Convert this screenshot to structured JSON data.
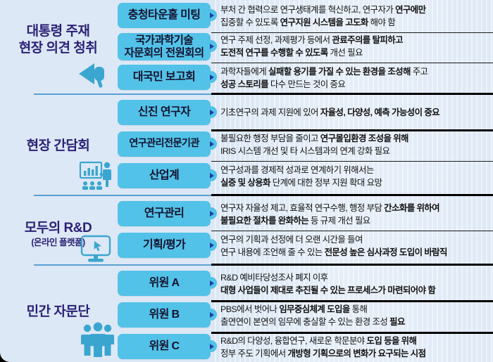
{
  "meta": {
    "accent_blue": "#53c2e8",
    "label_navy": "#2b2176",
    "background": "#dce8f5",
    "arrow_navy": "#1b3fa0"
  },
  "sections": [
    {
      "id": "presidential",
      "group_title": "대통령 주재\n현장 의견 청취",
      "group_subtitle": "",
      "icon": "megaphone-icon",
      "items": [
        {
          "label": "충청타운홀 미팅",
          "lines": [
            "부처 간 협력으로 연구생태계를 혁신하고, 연구자가 <b>연구에만</b>",
            "집중할 수 있도록 <b>연구지원 시스템을 고도화</b> 해야 함"
          ]
        },
        {
          "label": "국가과학기술\n자문회의 전원회의",
          "lines": [
            "연구 주제 선정, 과제평가 등에서 <b>관료주의를 탈피하고</b>",
            "<b>도전적 연구를 수행할 수 있도록</b> 개선 필요"
          ]
        },
        {
          "label": "대국민 보고회",
          "lines": [
            "과학자들에게 <b>실패할 용기를 가질 수 있는 환경을 조성해</b> 주고",
            "<b>성공 스토리를</b> 다수 만드는 것이 중요"
          ]
        }
      ]
    },
    {
      "id": "field-meeting",
      "group_title": "현장 간담회",
      "group_subtitle": "",
      "icon": "presentation-icon",
      "items": [
        {
          "label": "신진 연구자",
          "lines": [
            "기초연구의 과제 지원에 있어 <b>자율성, 다양성, 예측 가능성이 중요</b>"
          ]
        },
        {
          "label": "연구관리전문기관",
          "lines": [
            "불필요한 행정 부담을 줄이고 <b>연구몰입환경 조성을 위해</b>",
            "IRIS 시스템 개선 및 타 시스템과의 연계 강화 필요"
          ]
        },
        {
          "label": "산업계",
          "lines": [
            "연구성과를 경제적 성과로 연계하기 위해서는",
            "<b>실증 및 상용화</b> 단계에 대한 정부 지원 확대 요망"
          ]
        }
      ]
    },
    {
      "id": "modu-rnd",
      "group_title": "모두의 R&D",
      "group_subtitle": "(온라인 플랫폼)",
      "icon": "monitor-cursor-icon",
      "items": [
        {
          "label": "연구관리",
          "lines": [
            "연구자 자율성 제고, 효율적 연구수행, 행정 부담 <b>간소화를 위하여</b>",
            "<b>불필요한 절차를 완화하는</b> 등 규제 개선 필요"
          ]
        },
        {
          "label": "기획/평가",
          "lines": [
            "연구의 기획과 선정에 더 오랜 시간을 들여",
            "연구 내용에 조언해 줄 수 있는 <b>전문성 높은 심사과정 도입이 바람직</b>"
          ]
        }
      ]
    },
    {
      "id": "private-advisory",
      "group_title": "민간 자문단",
      "group_subtitle": "",
      "icon": "people-group-icon",
      "items": [
        {
          "label": "위원 A",
          "lines": [
            "R&D 예비타당성조사 폐지 이후",
            "<b>대형 사업들이 제대로 추진될 수 있는 프로세스가 마련되어야 함</b>"
          ]
        },
        {
          "label": "위원 B",
          "lines": [
            "PBS에서 벗어나 <b>임무중심체계 도입을</b> 통해",
            "출연연이 본연의 임무에 충실할 수 있는 환경 조성 <b>필요</b>"
          ]
        },
        {
          "label": "위원 C",
          "lines": [
            "R&D의 다양성, 융합연구, 새로운 학문분야 <b>도입 등을 위해</b>",
            "정부 주도 기획에서 <b>개방형 기획으로의 변화가 요구되는 시점</b>"
          ]
        }
      ]
    }
  ]
}
